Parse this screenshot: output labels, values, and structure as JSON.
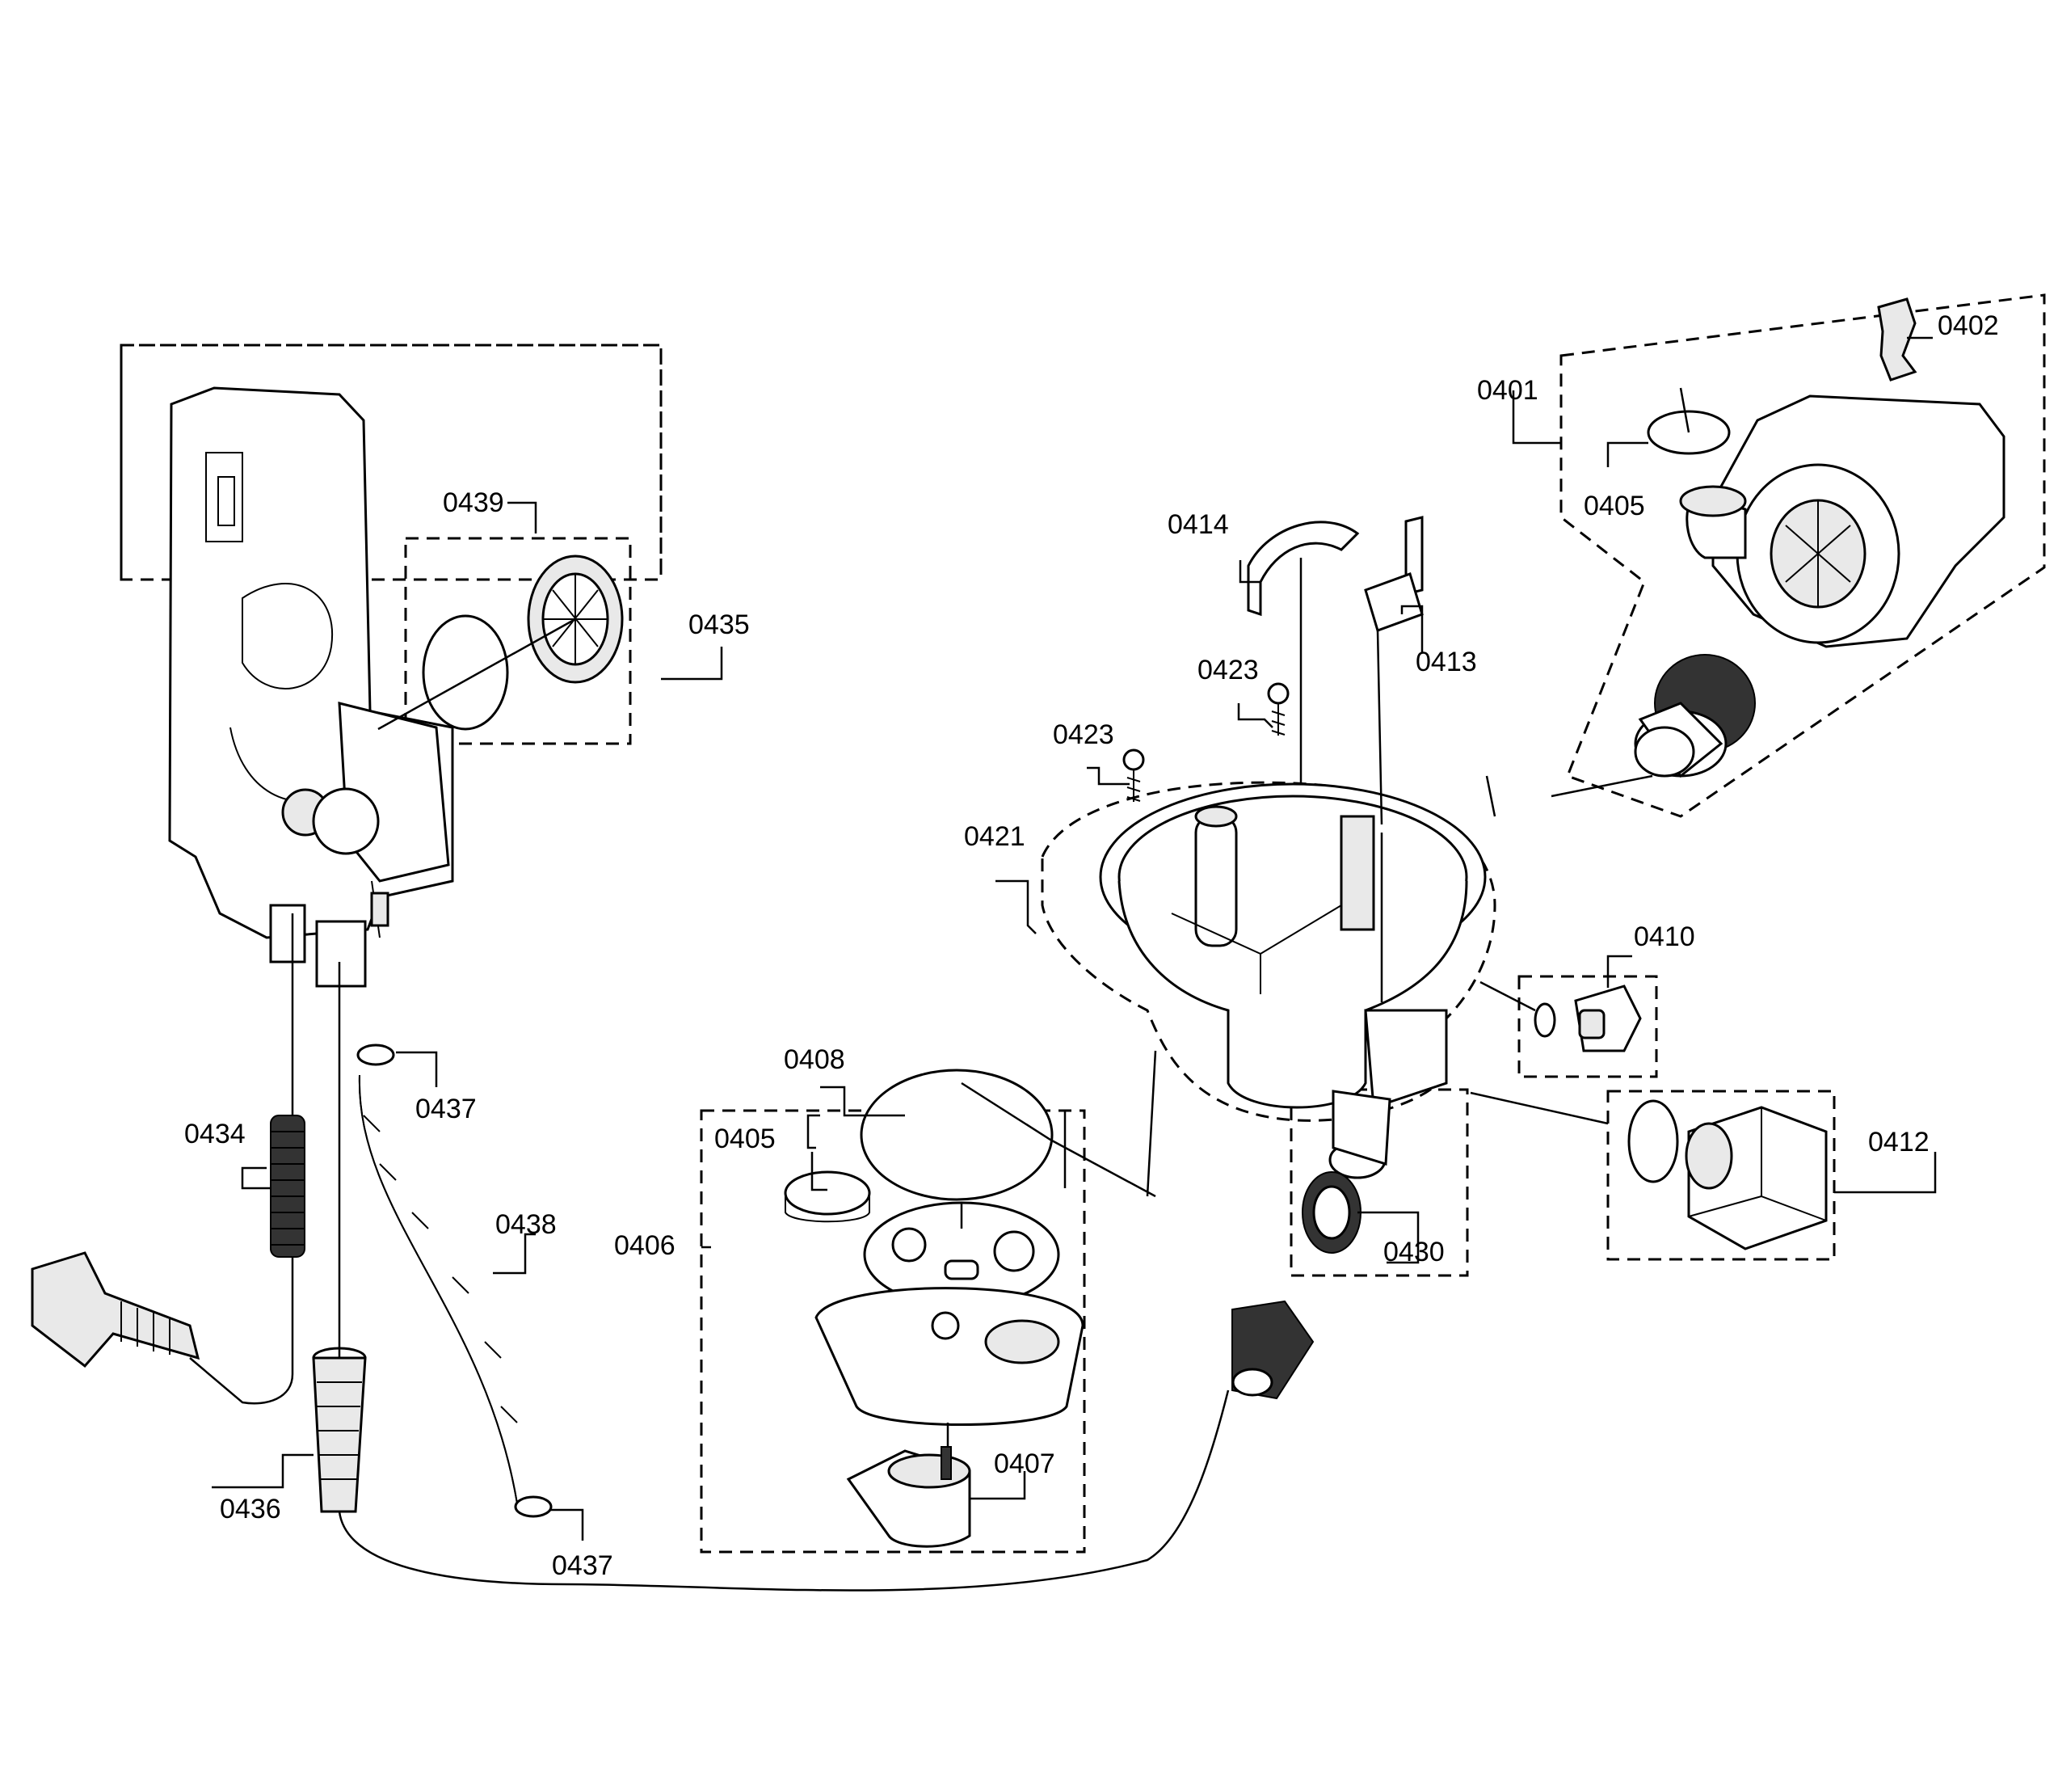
{
  "labels": {
    "p0401": "0401",
    "p0402": "0402",
    "p0405a": "0405",
    "p0405b": "0405",
    "p0406": "0406",
    "p0407": "0407",
    "p0408": "0408",
    "p0410": "0410",
    "p0412": "0412",
    "p0413": "0413",
    "p0414": "0414",
    "p0421": "0421",
    "p0423a": "0423",
    "p0423b": "0423",
    "p0430": "0430",
    "p0434": "0434",
    "p0435": "0435",
    "p0436": "0436",
    "p0437a": "0437",
    "p0437b": "0437",
    "p0438": "0438",
    "p0439": "0439"
  }
}
